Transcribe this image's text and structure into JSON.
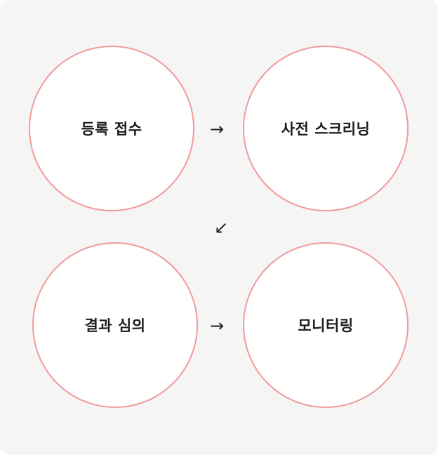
{
  "steps": [
    {
      "label": "등록 접수"
    },
    {
      "label": "사전 스크리닝"
    },
    {
      "label": "결과 심의"
    },
    {
      "label": "모니터링"
    }
  ],
  "arrows": {
    "right": "→",
    "down_left": "↙"
  },
  "colors": {
    "background": "#f5f5f5",
    "circle_border": "#f19a9a",
    "circle_fill": "#ffffff",
    "text": "#1c1c1c"
  }
}
